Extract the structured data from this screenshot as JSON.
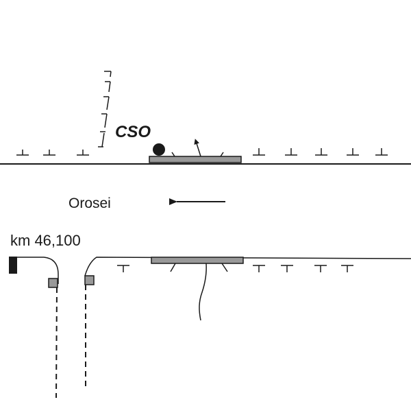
{
  "labels": {
    "cso": "CSO",
    "direction": "Orosei",
    "kilometer": "km 46,100"
  },
  "colors": {
    "ink": "#1a1a1a",
    "fill_gray": "#999999",
    "background": "#ffffff"
  },
  "icons": {
    "direction_arrow": "arrow-left-icon",
    "marker": "filled-circle-icon"
  }
}
